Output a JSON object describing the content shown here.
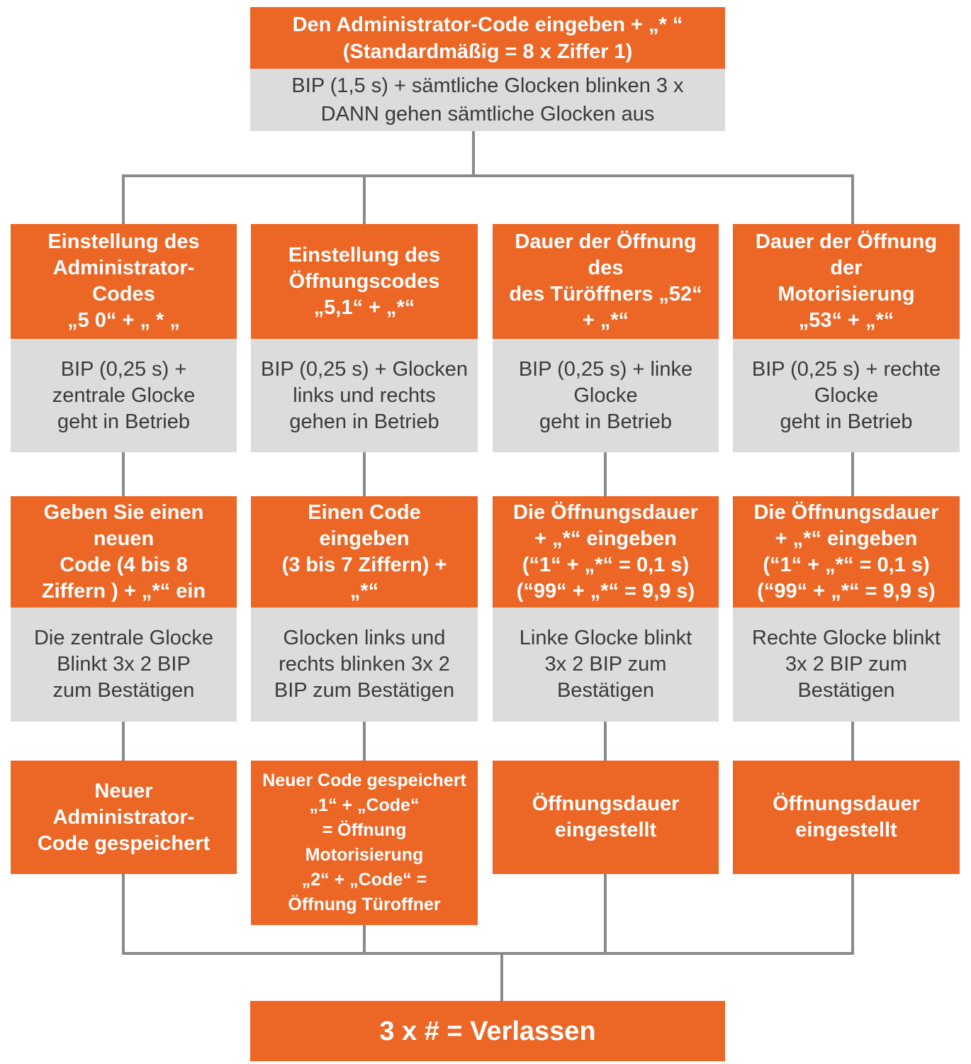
{
  "top": {
    "title": "Den Administrator-Code eingeben + „* “\n(Standardmäßig = 8 x Ziffer 1)",
    "info": "BIP (1,5 s) + sämtliche Glocken blinken 3 x\nDANN gehen sämtliche Glocken aus"
  },
  "columns": [
    {
      "header": "Einstellung des\nAdministrator-\nCodes\n„5 0“ + „ * „",
      "signal": "BIP (0,25 s) +\nzentrale Glocke\ngeht in Betrieb",
      "action": "Geben Sie einen\nneuen\nCode (4 bis 8\nZiffern ) + „*“ ein",
      "confirm": "Die zentrale Glocke\nBlinkt 3x 2 BIP\nzum Bestätigen",
      "result": "Neuer\nAdministrator-\nCode gespeichert"
    },
    {
      "header": "Einstellung des\nÖffnungscodes\n„5,1“ + „*“",
      "signal": "BIP (0,25 s) + Glocken\nlinks und rechts\ngehen in Betrieb",
      "action": "Einen Code\neingeben\n(3 bis 7 Ziffern) +\n„*“",
      "confirm": "Glocken links und\nrechts blinken 3x 2\nBIP zum Bestätigen",
      "result": "Neuer Code gespeichert\n„1“ + „Code“\n= Öffnung\nMotorisierung\n„2“ + „Code“ =\nÖffnung Türoffner"
    },
    {
      "header": "Dauer der Öffnung\ndes\ndes Türöffners „52“\n+ „*“",
      "signal": "BIP (0,25 s) + linke\nGlocke\ngeht in Betrieb",
      "action": "Die Öffnungsdauer\n+ „*“ eingeben\n(“1“ + „*“ = 0,1 s)\n(“99“ + „*“ = 9,9 s)",
      "confirm": "Linke Glocke blinkt\n3x 2 BIP zum\nBestätigen",
      "result": "Öffnungsdauer\neingestellt"
    },
    {
      "header": "Dauer der Öffnung\nder\nMotorisierung\n„53“ + „*“",
      "signal": "BIP (0,25 s) + rechte\nGlocke\ngeht in Betrieb",
      "action": "Die Öffnungsdauer\n+ „*“ eingeben\n(“1“ + „*“ = 0,1 s)\n(“99“ + „*“ = 9,9 s)",
      "confirm": "Rechte Glocke blinkt\n3x 2 BIP zum\nBestätigen",
      "result": "Öffnungsdauer\neingestellt"
    }
  ],
  "exit": {
    "label": "3 x # = Verlassen"
  },
  "colors": {
    "orange": "#ec6625",
    "gray": "#dcdcdc",
    "connector": "#8a8a8a"
  }
}
